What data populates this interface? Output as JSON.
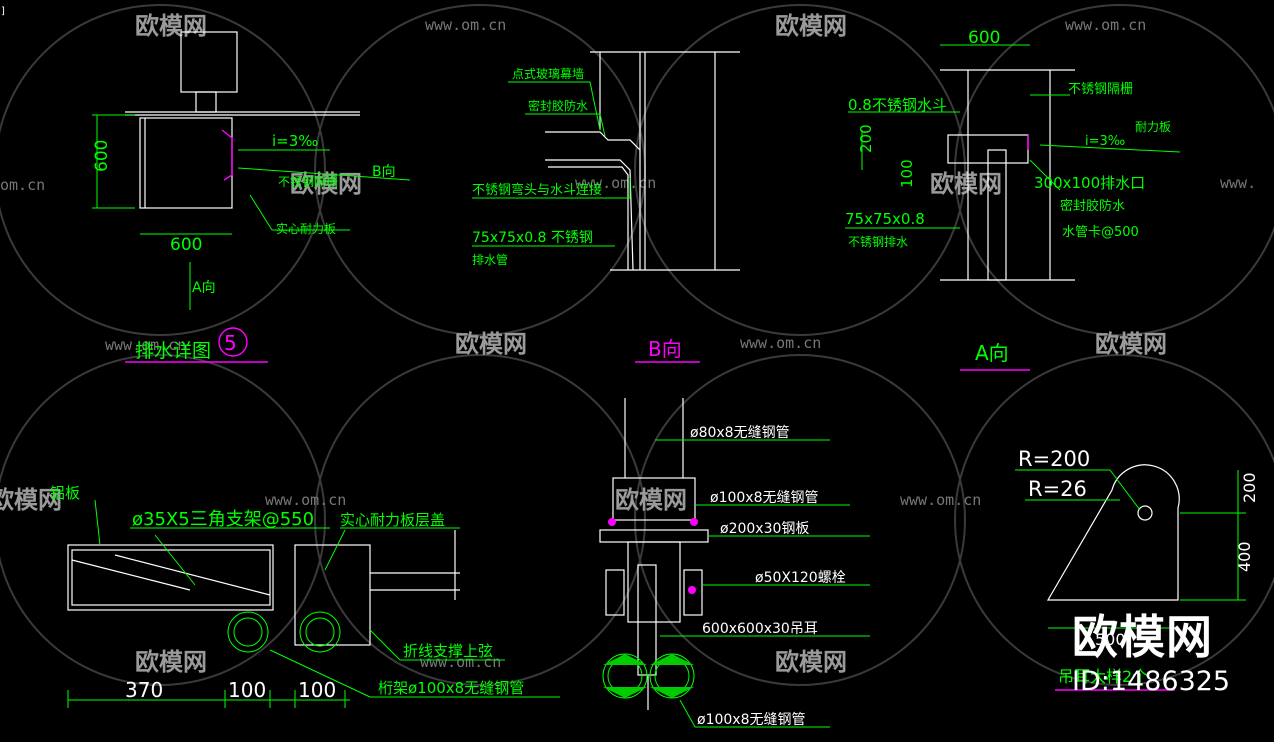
{
  "corner_mark": "]",
  "watermarks": {
    "brand_cn": "欧模网",
    "url": "www.om.cn",
    "url_partial_left": "om.cn",
    "url_partial_right": "www.",
    "brand_partial": "欧模网"
  },
  "drawing1": {
    "dim_600_v": "600",
    "dim_600_h": "600",
    "slope": "i=3‰",
    "b_dir": "B向",
    "a_dir": "A向",
    "label_steel_grate": "不锈钢隔栅",
    "label_solid_board": "实心耐力板",
    "title": "排水详图",
    "title_num": "5"
  },
  "drawing2": {
    "label_glass": "点式玻璃幕墙",
    "label_sealant": "密封胶防水",
    "label_elbow": "不锈钢弯头与水斗连接",
    "label_pipe_size": "75x75x0.8 不锈钢",
    "label_pipe": "排水管",
    "title": "B向"
  },
  "drawing3": {
    "dim_600": "600",
    "label_hopper": "0.8不锈钢水斗",
    "dim_200": "200",
    "dim_100": "100",
    "label_grate": "不锈钢隔栅",
    "slope": "i=3‰",
    "label_board": "耐力板",
    "label_outlet": "300x100排水口",
    "label_sealant": "密封胶防水",
    "label_pipe_size": "75x75x0.8",
    "label_pipe": "不锈钢排水",
    "label_clip": "水管卡@500",
    "title": "A向"
  },
  "drawing4": {
    "label_alu": "铝板",
    "label_truss": "ø35X5三角支架@550",
    "label_cover": "实心耐力板层盖",
    "label_chord": "折线支撑上弦",
    "label_frame": "桁架ø100x8无缝钢管",
    "dim_370": "370",
    "dim_100a": "100",
    "dim_100b": "100"
  },
  "drawing5": {
    "label_pipe80": "ø80x8无缝钢管",
    "label_pipe100": "ø100x8无缝钢管",
    "label_plate": "ø200x30钢板",
    "label_bolt": "ø50X120螺栓",
    "label_lug": "600x600x30吊耳",
    "label_pipe100b": "ø100x8无缝钢管"
  },
  "drawing6": {
    "r200": "R=200",
    "r26": "R=26",
    "dim_200": "200",
    "dim_400": "400",
    "dim_bottom": "500",
    "label_lug": "吊耳大样2个"
  },
  "brand_logo": {
    "name": "欧模网",
    "id": "ID:1486325"
  }
}
